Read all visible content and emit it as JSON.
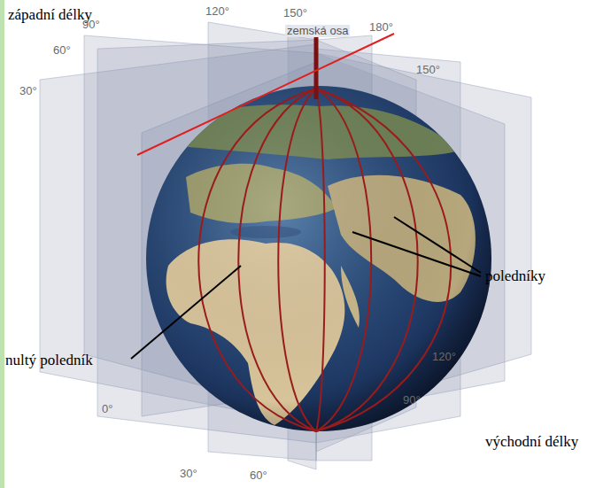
{
  "diagram": {
    "labels": [
      "západní délky",
      "90°",
      "120°",
      "150°",
      "180°",
      "zemská osa",
      "60°",
      "150°",
      "30°",
      "poledníky",
      "nultý poledník",
      "120°",
      "90°",
      "0°",
      "30°",
      "60°",
      "východní délky"
    ]
  }
}
